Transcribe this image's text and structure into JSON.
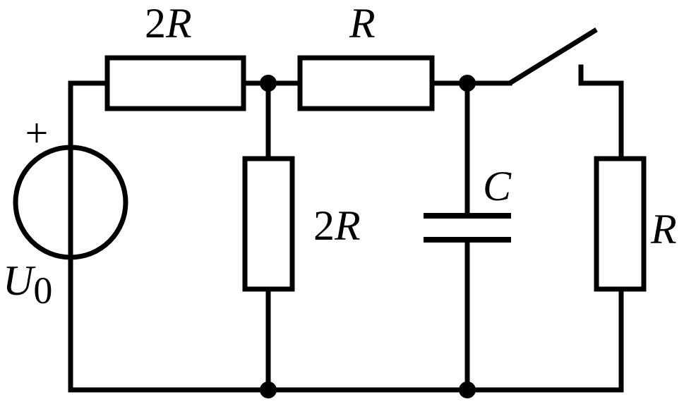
{
  "circuit": {
    "source": {
      "plus": "+",
      "name": "U",
      "sub": "0"
    },
    "resistor_top_left": {
      "num": "2",
      "sym": "R"
    },
    "resistor_top_mid": {
      "num": "",
      "sym": "R"
    },
    "resistor_shunt": {
      "num": "2",
      "sym": "R"
    },
    "capacitor": {
      "sym": "C"
    },
    "resistor_right": {
      "sym": "R"
    }
  }
}
